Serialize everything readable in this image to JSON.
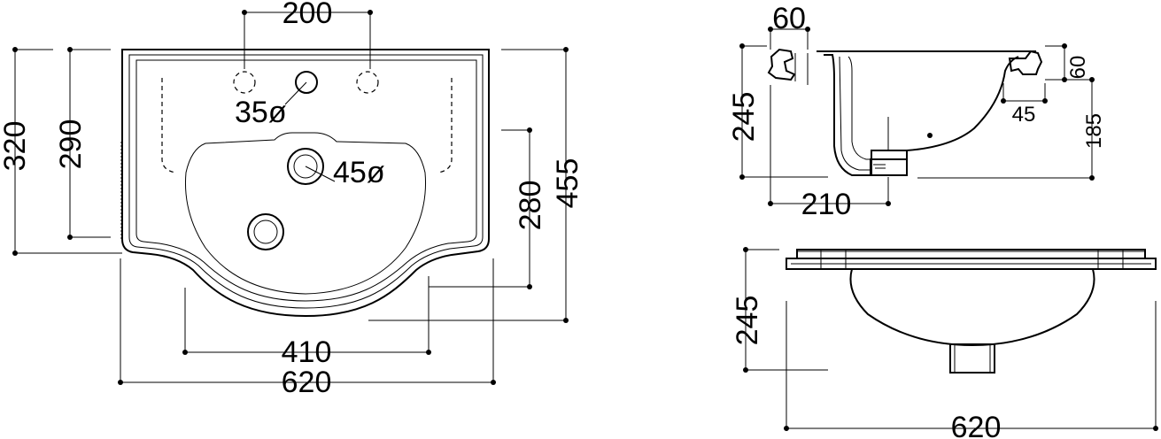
{
  "drawing": {
    "plan_view": {
      "tap_hole_spacing": "200",
      "tap_hole_diameter": "35ø",
      "waste_hole_diameter": "45ø",
      "height_back_to_edge": "320",
      "height_inner": "290",
      "height_bowl": "280",
      "depth_overall": "455",
      "bowl_width": "410",
      "overall_width": "620"
    },
    "side_view": {
      "rim_offset": "60",
      "rim_height": "60",
      "overall_height": "245",
      "waste_offset": "45",
      "bowl_depth": "185",
      "waste_from_back": "210"
    },
    "front_view": {
      "overall_height": "245",
      "overall_width": "620"
    }
  }
}
